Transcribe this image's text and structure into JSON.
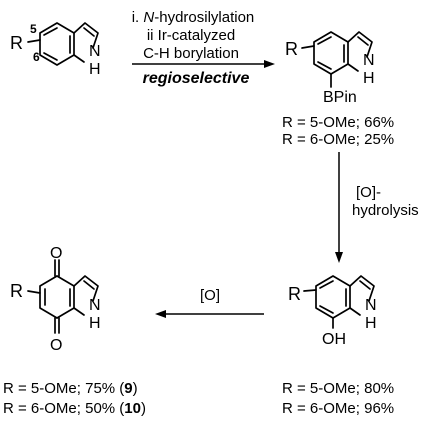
{
  "reaction": {
    "step1": {
      "line1_prefix": "i. ",
      "line1_italic": "N",
      "line1_rest": "-hydrosilylation",
      "line2": "ii Ir-catalyzed",
      "line3": "C-H borylation",
      "line4": "regioselective"
    },
    "step2": {
      "line1": "[O]-",
      "line2": "hydrolysis"
    },
    "step3": {
      "label": "[O]"
    }
  },
  "compounds": {
    "indole": {
      "R": "R",
      "pos5": "5",
      "pos6": "6",
      "N": "N",
      "H": "H"
    },
    "borylated": {
      "R": "R",
      "N": "N",
      "H": "H",
      "substituent": "BPin",
      "yields": [
        "R = 5-OMe; 66%",
        "R = 6-OMe; 25%"
      ]
    },
    "hydroxyindole": {
      "R": "R",
      "N": "N",
      "H": "H",
      "substituent": "OH",
      "yields": [
        "R = 5-OMe; 80%",
        "R = 6-OMe; 96%"
      ]
    },
    "quinone": {
      "R": "R",
      "N": "N",
      "H": "H",
      "O_top": "O",
      "O_bottom": "O",
      "yields": [
        {
          "text": "R = 5-OMe; 75% (",
          "id": "9",
          "close": ")"
        },
        {
          "text": "R = 6-OMe; 50% (",
          "id": "10",
          "close": ")"
        }
      ]
    }
  }
}
